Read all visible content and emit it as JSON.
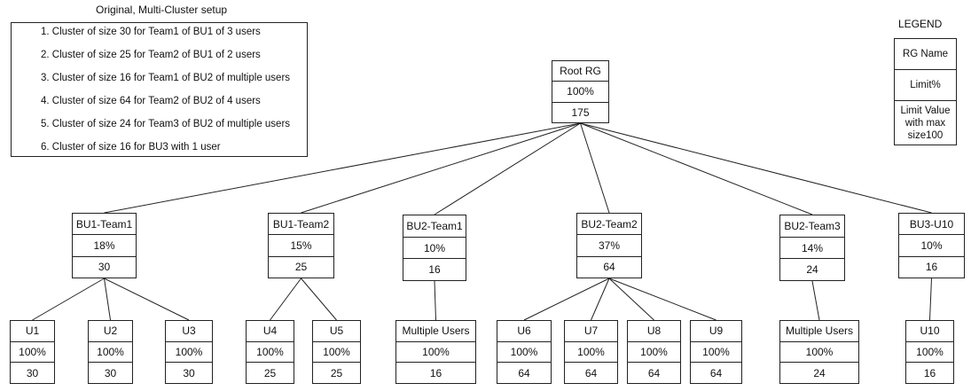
{
  "setup": {
    "title": "Original, Multi-Cluster setup",
    "items": [
      "1. Cluster of size 30 for Team1 of BU1 of 3 users",
      "2. Cluster of size 25 for Team2 of BU1 of 2 users",
      "3. Cluster of size 16 for Team1 of BU2 of multiple users",
      "4. Cluster of size 64 for Team2 of BU2 of 4 users",
      "5. Cluster of size 24 for Team3 of BU2 of multiple users",
      "6. Cluster of size 16 for BU3 with 1 user"
    ]
  },
  "legend": {
    "title": "LEGEND",
    "rows": [
      "RG Name",
      "Limit%",
      "Limit Value with max size100"
    ]
  },
  "nodes": {
    "root": {
      "name": "Root RG",
      "limit": "100%",
      "value": "175"
    },
    "bu1t1": {
      "name": "BU1-Team1",
      "limit": "18%",
      "value": "30"
    },
    "bu1t2": {
      "name": "BU1-Team2",
      "limit": "15%",
      "value": "25"
    },
    "bu2t1": {
      "name": "BU2-Team1",
      "limit": "10%",
      "value": "16"
    },
    "bu2t2": {
      "name": "BU2-Team2",
      "limit": "37%",
      "value": "64"
    },
    "bu2t3": {
      "name": "BU2-Team3",
      "limit": "14%",
      "value": "24"
    },
    "bu3u10": {
      "name": "BU3-U10",
      "limit": "10%",
      "value": "16"
    },
    "u1": {
      "name": "U1",
      "limit": "100%",
      "value": "30"
    },
    "u2": {
      "name": "U2",
      "limit": "100%",
      "value": "30"
    },
    "u3": {
      "name": "U3",
      "limit": "100%",
      "value": "30"
    },
    "u4": {
      "name": "U4",
      "limit": "100%",
      "value": "25"
    },
    "u5": {
      "name": "U5",
      "limit": "100%",
      "value": "25"
    },
    "mu1": {
      "name": "Multiple Users",
      "limit": "100%",
      "value": "16"
    },
    "u6": {
      "name": "U6",
      "limit": "100%",
      "value": "64"
    },
    "u7": {
      "name": "U7",
      "limit": "100%",
      "value": "64"
    },
    "u8": {
      "name": "U8",
      "limit": "100%",
      "value": "64"
    },
    "u9": {
      "name": "U9",
      "limit": "100%",
      "value": "64"
    },
    "mu2": {
      "name": "Multiple Users",
      "limit": "100%",
      "value": "24"
    },
    "u10": {
      "name": "U10",
      "limit": "100%",
      "value": "16"
    }
  },
  "edges": [
    [
      "root",
      "bu1t1"
    ],
    [
      "root",
      "bu1t2"
    ],
    [
      "root",
      "bu2t1"
    ],
    [
      "root",
      "bu2t2"
    ],
    [
      "root",
      "bu2t3"
    ],
    [
      "root",
      "bu3u10"
    ],
    [
      "bu1t1",
      "u1"
    ],
    [
      "bu1t1",
      "u2"
    ],
    [
      "bu1t1",
      "u3"
    ],
    [
      "bu1t2",
      "u4"
    ],
    [
      "bu1t2",
      "u5"
    ],
    [
      "bu2t1",
      "mu1"
    ],
    [
      "bu2t2",
      "u6"
    ],
    [
      "bu2t2",
      "u7"
    ],
    [
      "bu2t2",
      "u8"
    ],
    [
      "bu2t2",
      "u9"
    ],
    [
      "bu2t3",
      "mu2"
    ],
    [
      "bu3u10",
      "u10"
    ]
  ]
}
